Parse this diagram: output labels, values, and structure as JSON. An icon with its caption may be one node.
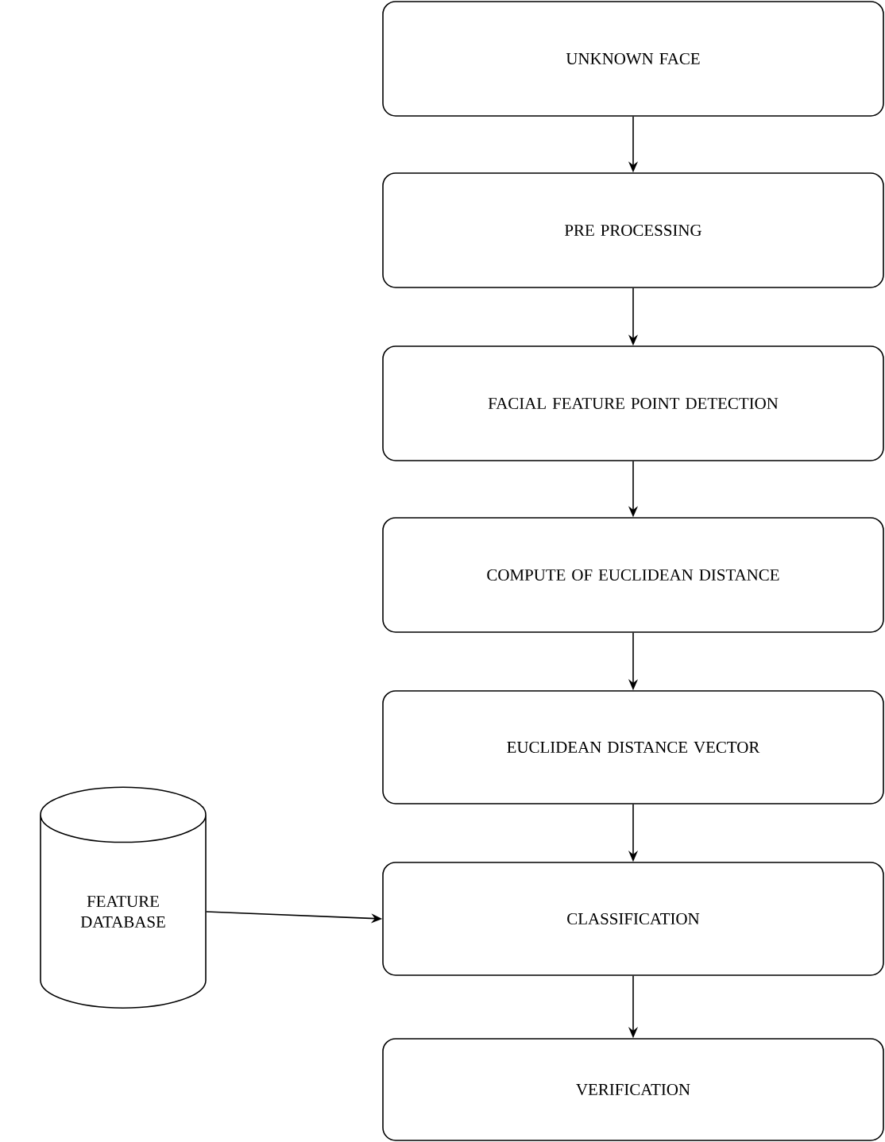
{
  "diagram": {
    "nodes": [
      {
        "text": [
          "UNKNOWN FACE"
        ]
      },
      {
        "text": [
          "PRE PROCESSING"
        ]
      },
      {
        "text": [
          "FACIAL FEATURE POINT DETECTION"
        ]
      },
      {
        "text": [
          "COMPUTE OF EUCLIDEAN DISTANCE"
        ]
      },
      {
        "text": [
          "EUCLIDEAN DISTANCE VECTOR"
        ]
      },
      {
        "text": [
          "CLASSIFICATION"
        ]
      },
      {
        "text": [
          "VERIFICATION"
        ]
      },
      {
        "text": [
          "FEATURE DATABASE"
        ]
      }
    ],
    "edges": [
      {
        "from": 0,
        "to": 1,
        "arrow": "to"
      },
      {
        "from": 1,
        "to": 2,
        "arrow": "to"
      },
      {
        "from": 2,
        "to": 3,
        "arrow": "to"
      },
      {
        "from": 3,
        "to": 4,
        "arrow": "to"
      },
      {
        "from": 4,
        "to": 5,
        "arrow": "to"
      },
      {
        "from": 7,
        "to": 5,
        "arrow": "to"
      },
      {
        "from": 5,
        "to": 6,
        "arrow": "to"
      }
    ]
  }
}
